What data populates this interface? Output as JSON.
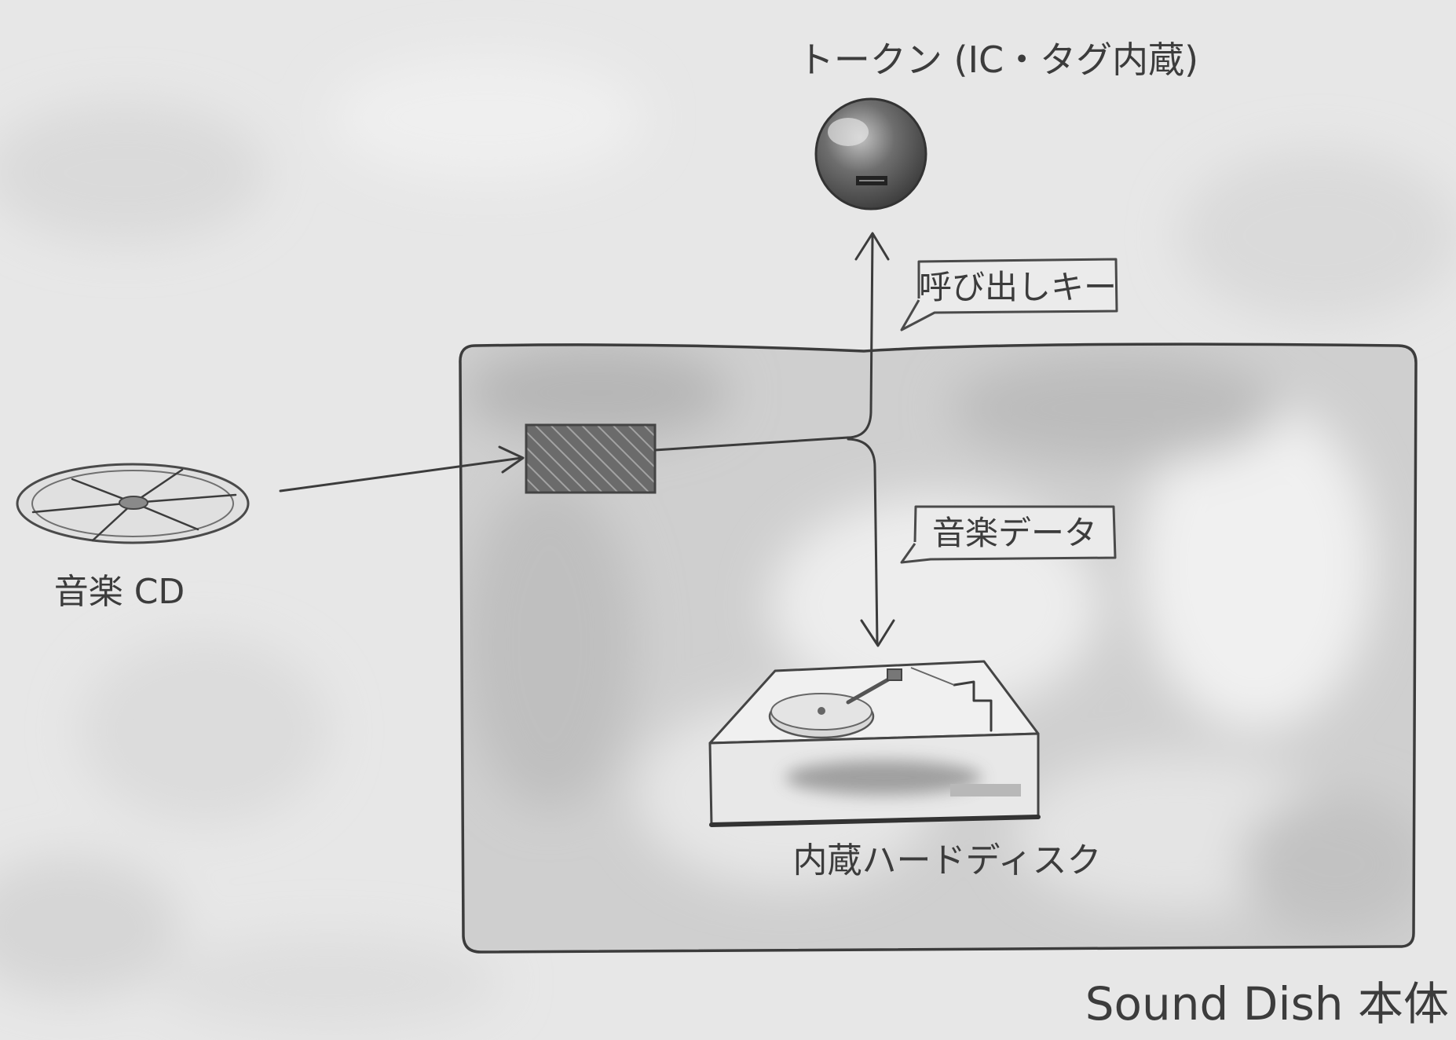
{
  "colors": {
    "paper": "#e7e7e7",
    "ink": "#3c3c3c",
    "wash": "#cfcfcf"
  },
  "diagram": {
    "token": {
      "label": "トークン (IC・タグ内蔵)",
      "icon": "token-ball-icon"
    },
    "cd": {
      "label": "音楽 CD",
      "icon": "cd-icon"
    },
    "drive": {
      "icon": "cd-drive-slot-icon"
    },
    "edges": {
      "call_key": {
        "label": "呼び出しキー"
      },
      "music_data": {
        "label": "音楽データ"
      }
    },
    "hdd": {
      "label": "内蔵ハードディスク",
      "icon": "hard-disk-icon"
    },
    "body": {
      "label": "Sound Dish 本体"
    }
  }
}
